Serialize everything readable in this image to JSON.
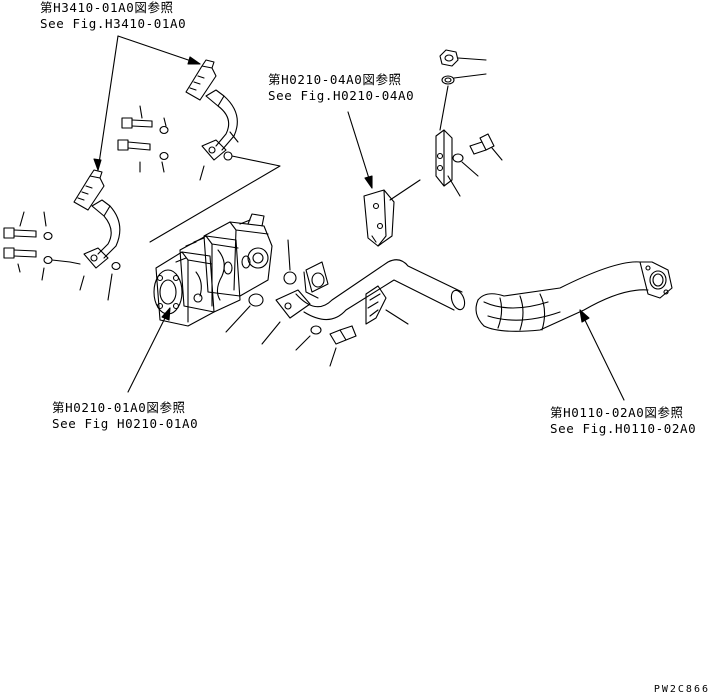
{
  "references": [
    {
      "id": "h3410",
      "jp": "第H3410-01A0図参照",
      "en": "See Fig.H3410-01A0"
    },
    {
      "id": "h0210_04",
      "jp": "第H0210-04A0図参照",
      "en": "See Fig.H0210-04A0"
    },
    {
      "id": "h0210_01",
      "jp": "第H0210-01A0図参照",
      "en": "See Fig H0210-01A0"
    },
    {
      "id": "h0110",
      "jp": "第H0110-02A0図参照",
      "en": "See Fig.H0110-02A0"
    }
  ],
  "drawing_code": "PW2C866",
  "colors": {
    "line": "#000000",
    "background": "#ffffff"
  }
}
